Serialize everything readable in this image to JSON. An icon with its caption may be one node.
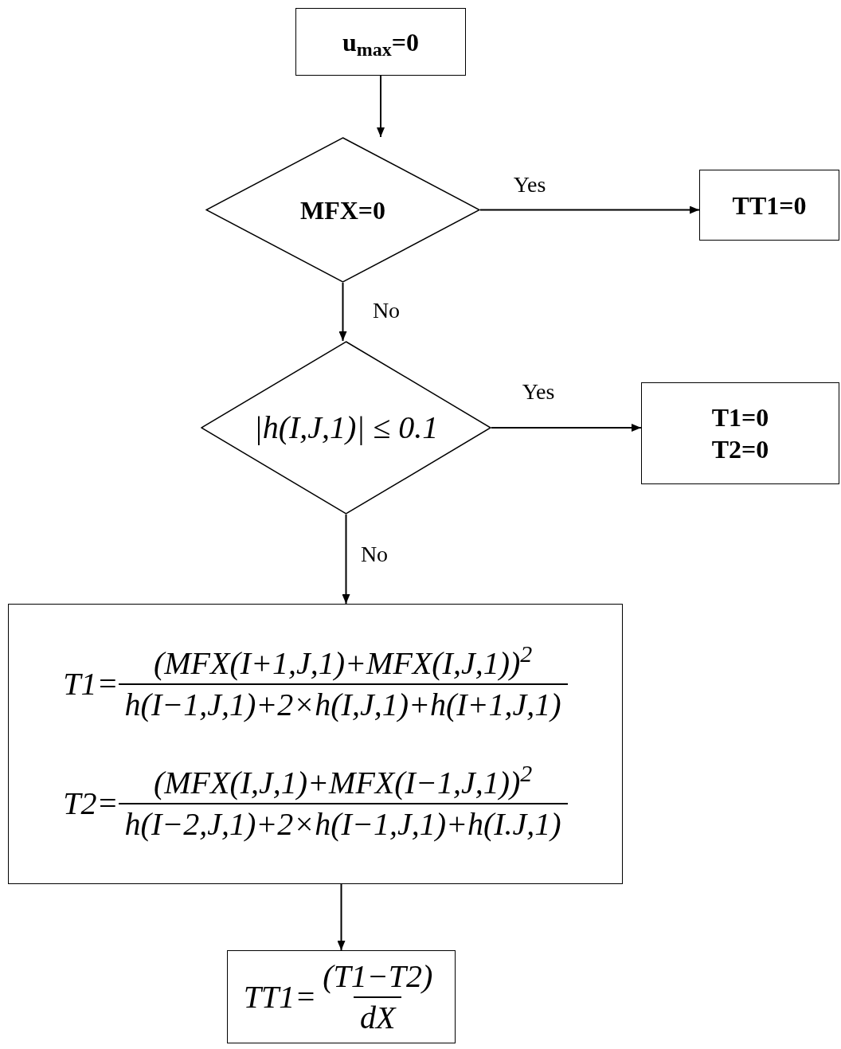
{
  "diagram": {
    "nodes": [
      {
        "text": [
          "u$_{max}$=0"
        ]
      },
      {
        "text": [
          "MFX=0"
        ]
      },
      {
        "text": [
          "TT1=0"
        ]
      },
      {
        "text": [
          "|h(I,J,1)| ≤ 0.1"
        ]
      },
      {
        "text": [
          "T1=0",
          "T2=0"
        ]
      },
      {
        "text": [
          "T1=",
          "(MFX(I+1,J,1)+MFX(I,J,1))$^{2}$",
          "h(I−1,J,1)+2×h(I,J,1)+h(I+1,J,1)",
          "T2=",
          "(MFX(I,J,1)+MFX(I−1,J,1))$^{2}$",
          "h(I−2,J,1)+2×h(I−1,J,1)+h(I.J,1)"
        ]
      },
      {
        "text": [
          "TT1=",
          "(T1−T2)",
          "dX"
        ]
      }
    ],
    "edges": [
      {
        "from": 0,
        "to": 1,
        "arrow": "to"
      },
      {
        "from": 1,
        "to": 2,
        "arrow": "to",
        "label": "Yes"
      },
      {
        "from": 1,
        "to": 3,
        "arrow": "to",
        "label": "No"
      },
      {
        "from": 3,
        "to": 4,
        "arrow": "to",
        "label": "Yes"
      },
      {
        "from": 3,
        "to": 5,
        "arrow": "to",
        "label": "No"
      },
      {
        "from": 5,
        "to": 6,
        "arrow": "to"
      }
    ]
  }
}
